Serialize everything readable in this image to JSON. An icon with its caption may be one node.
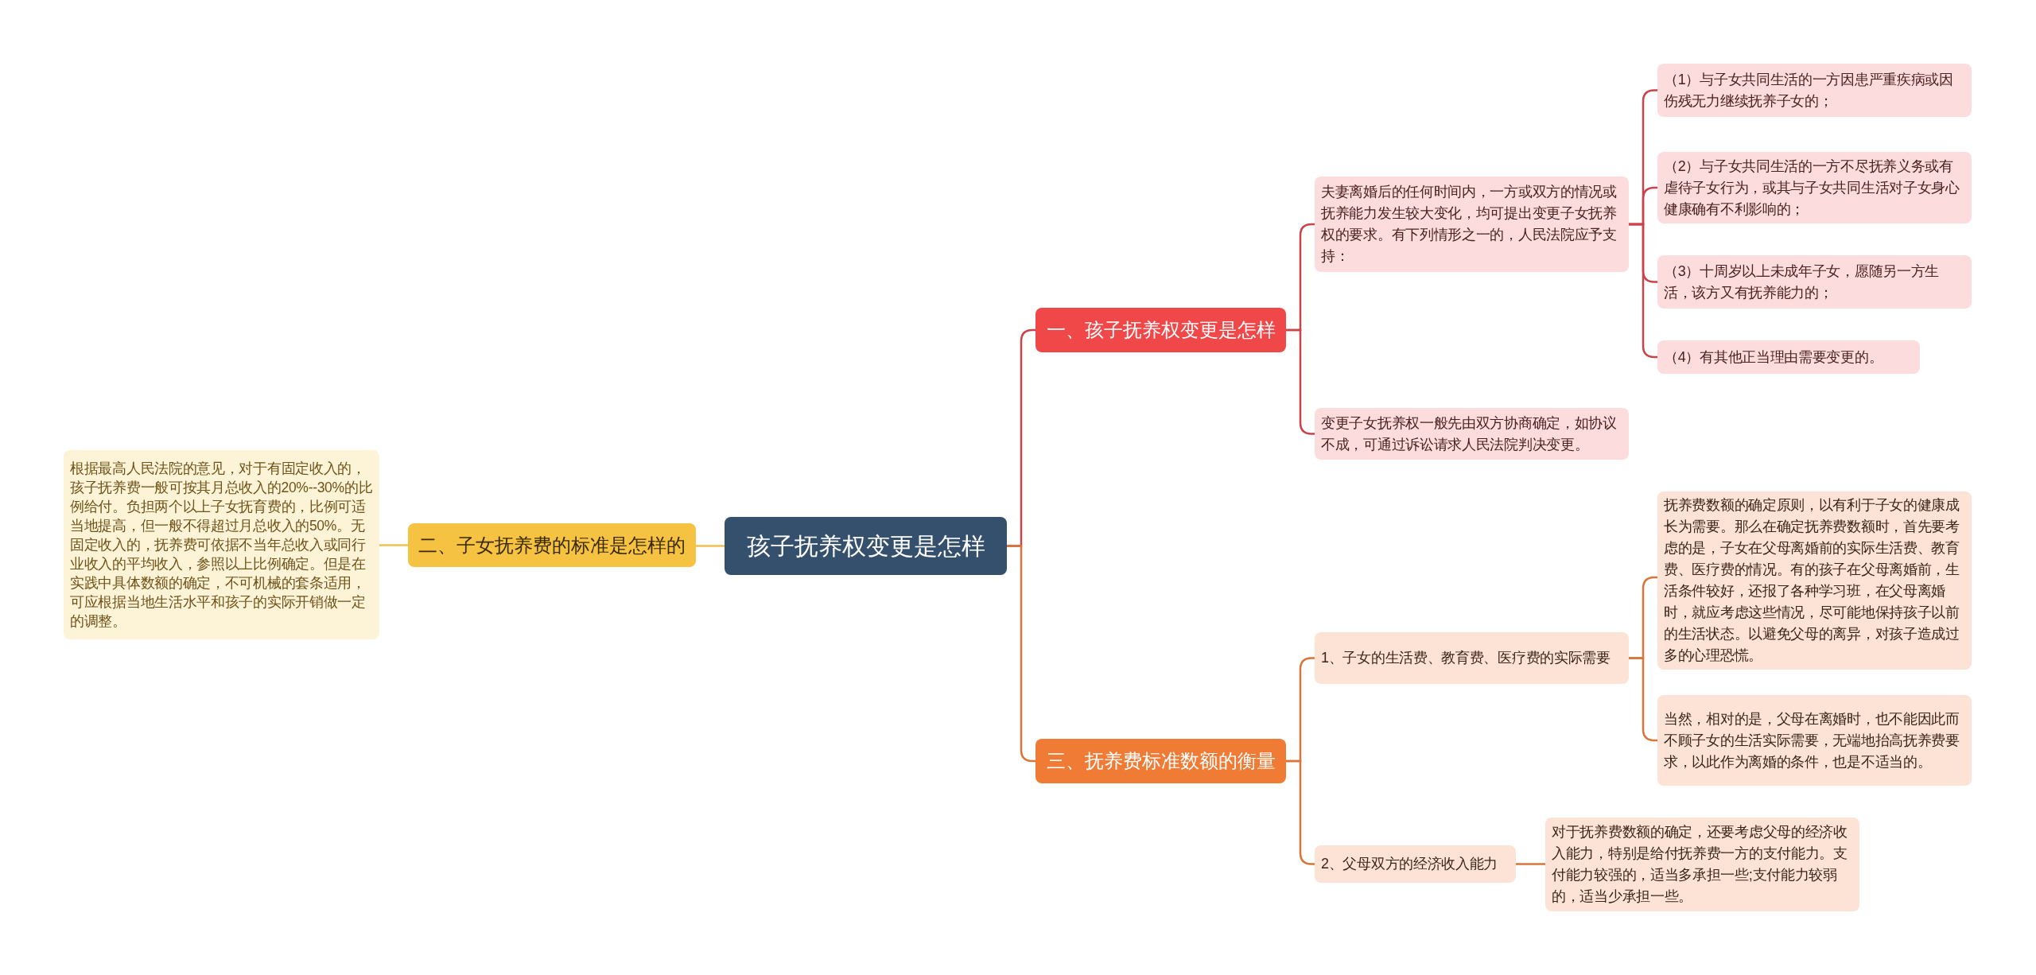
{
  "diagram": {
    "nodes": [
      {
        "text": [
          "孩子抚养权变更是怎样"
        ]
      },
      {
        "text": [
          "一、孩子抚养权变更是怎样"
        ]
      },
      {
        "text": [
          "夫妻离婚后的任何时间内，一方或双方的情况或抚养能力发生较大变化，均可提出变更子女抚养权的要求。有下列情形之一的，人民法院应予支持："
        ]
      },
      {
        "text": [
          "（1）与子女共同生活的一方因患严重疾病或因伤残无力继续抚养子女的；"
        ]
      },
      {
        "text": [
          "（2）与子女共同生活的一方不尽抚养义务或有虐待子女行为，或其与子女共同生活对子女身心健康确有不利影响的；"
        ]
      },
      {
        "text": [
          "（3）十周岁以上未成年子女，愿随另一方生活，该方又有抚养能力的；"
        ]
      },
      {
        "text": [
          "（4）有其他正当理由需要变更的。"
        ]
      },
      {
        "text": [
          "变更子女抚养权一般先由双方协商确定，如协议不成，可通过诉讼请求人民法院判决变更。"
        ]
      },
      {
        "text": [
          "二、子女抚养费的标准是怎样的"
        ]
      },
      {
        "text": [
          "根据最高人民法院的意见，对于有固定收入的，孩子抚养费一般可按其月总收入的20%--30%的比例给付。负担两个以上子女抚育费的，比例可适当地提高，但一般不得超过月总收入的50%。无固定收入的，抚养费可依据不当年总收入或同行业收入的平均收入，参照以上比例确定。但是在实践中具体数额的确定，不可机械的套条适用，可应根据当地生活水平和孩子的实际开销做一定的调整。"
        ]
      },
      {
        "text": [
          "三、抚养费标准数额的衡量"
        ]
      },
      {
        "text": [
          "1、子女的生活费、教育费、医疗费的实际需要"
        ]
      },
      {
        "text": [
          "抚养费数额的确定原则，以有利于子女的健康成长为需要。那么在确定抚养费数额时，首先要考虑的是，子女在父母离婚前的实际生活费、教育费、医疗费的情况。有的孩子在父母离婚前，生活条件较好，还报了各种学习班，在父母离婚时，就应考虑这些情况，尽可能地保持孩子以前的生活状态。以避免父母的离异，对孩子造成过多的心理恐慌。"
        ]
      },
      {
        "text": [
          "当然，相对的是，父母在离婚时，也不能因此而不顾子女的生活实际需要，无端地抬高抚养费要求，以此作为离婚的条件，也是不适当的。"
        ]
      },
      {
        "text": [
          "2、父母双方的经济收入能力"
        ]
      },
      {
        "text": [
          "对于抚养费数额的确定，还要考虑父母的经济收入能力，特别是给付抚养费一方的支付能力。支付能力较强的，适当多承担一些;支付能力较弱的，适当少承担一些。"
        ]
      }
    ],
    "edges": [
      {
        "from": 0,
        "to": 1,
        "arrow": "none"
      },
      {
        "from": 1,
        "to": 2,
        "arrow": "none"
      },
      {
        "from": 2,
        "to": 3,
        "arrow": "none"
      },
      {
        "from": 2,
        "to": 4,
        "arrow": "none"
      },
      {
        "from": 2,
        "to": 5,
        "arrow": "none"
      },
      {
        "from": 2,
        "to": 6,
        "arrow": "none"
      },
      {
        "from": 1,
        "to": 7,
        "arrow": "none"
      },
      {
        "from": 0,
        "to": 8,
        "arrow": "none",
        "color": "#f0c050"
      },
      {
        "from": 8,
        "to": 9,
        "arrow": "none",
        "color": "#f0c050"
      },
      {
        "from": 0,
        "to": 10,
        "arrow": "none",
        "color": "#d9743a"
      },
      {
        "from": 10,
        "to": 11,
        "arrow": "none",
        "color": "#d9743a"
      },
      {
        "from": 11,
        "to": 12,
        "arrow": "none",
        "color": "#d9743a"
      },
      {
        "from": 11,
        "to": 13,
        "arrow": "none",
        "color": "#d9743a"
      },
      {
        "from": 10,
        "to": 14,
        "arrow": "none",
        "color": "#d9743a"
      },
      {
        "from": 14,
        "to": 15,
        "arrow": "none",
        "color": "#d9743a"
      }
    ]
  }
}
